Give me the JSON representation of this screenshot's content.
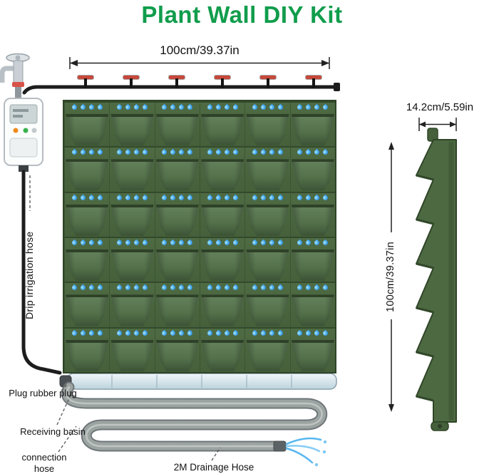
{
  "title": "Plant Wall DIY Kit",
  "annotations": {
    "wall_width": "100cm/39.37in",
    "side_depth": "14.2cm/5.59in",
    "side_height": "100cm/39.37in",
    "drip_hose": "Drip irrigation hose",
    "plug": "Plug rubber plug",
    "basin": "Receiving basin",
    "connection_hose": "connection hose",
    "drainage_hose": "2M Drainage Hose"
  },
  "wall": {
    "rows": 6,
    "cols": 6,
    "drops_per_pocket": 4,
    "drippers": 6
  },
  "colors": {
    "title_green": "#109d4c",
    "planter_green": "#4d6942",
    "pocket_light": "#62805a",
    "pocket_dark": "#3c5335",
    "outline": "#2f4527",
    "water_blue": "#2f9fe8",
    "hose_black": "#1d1d1d",
    "drain_gray": "#abb2af",
    "basin_light": "#dbe7ec",
    "dripper_red": "#c8473a"
  }
}
